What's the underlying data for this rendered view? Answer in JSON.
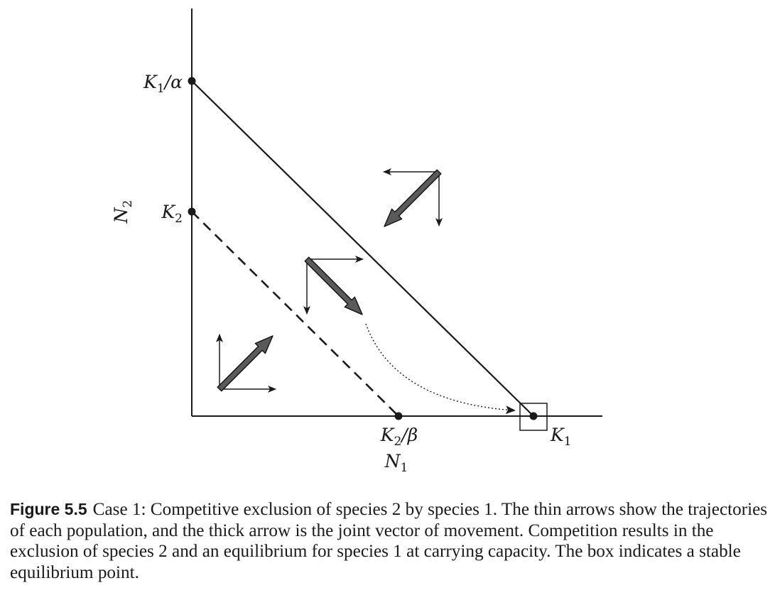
{
  "axes": {
    "x_label_var": "N",
    "x_label_sub": "1",
    "y_label_var": "N",
    "y_label_sub": "2"
  },
  "points": {
    "k1_over_alpha": {
      "var": "K",
      "sub": "1",
      "rest": "/α"
    },
    "k2": {
      "var": "K",
      "sub": "2"
    },
    "k2_over_beta": {
      "var": "K",
      "sub": "2",
      "rest": "/β"
    },
    "k1": {
      "var": "K",
      "sub": "1"
    }
  },
  "caption": {
    "label": "Figure 5.5",
    "text": "Case 1: Competitive exclusion of species 2 by species 1. The thin arrows show the trajectories of each population, and the thick arrow is the joint vector of movement. Competition results in the exclusion of species 2 and an equilibrium for species 1 at carrying capacity. The box indicates a stable equilibrium point."
  },
  "icons": {
    "stable_equilibrium_box": "square-box-icon",
    "dots": "filled-circle-icon"
  },
  "colors": {
    "ink": "#1a1a1a",
    "thick_arrow_fill": "#5a5a5a"
  }
}
